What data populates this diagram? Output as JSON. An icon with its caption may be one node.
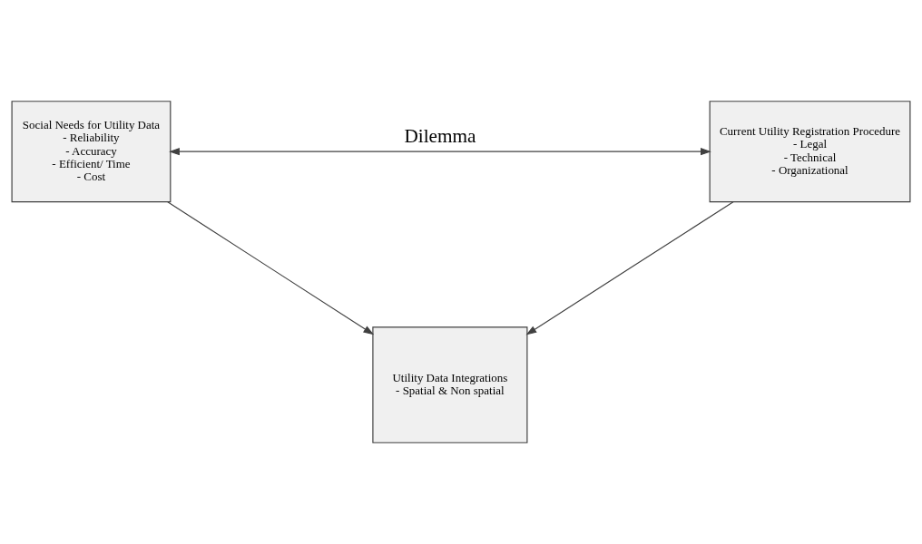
{
  "diagram": {
    "nodes": [
      {
        "text": [
          "Social Needs for Utility Data",
          "- Reliability",
          "- Accuracy",
          "- Efficient/ Time",
          "- Cost"
        ]
      },
      {
        "text": [
          "Current Utility Registration Procedure",
          "- Legal",
          "- Technical",
          "- Organizational"
        ]
      },
      {
        "text": [
          "Utility Data Integrations",
          "- Spatial & Non spatial"
        ]
      }
    ],
    "edges": [
      {
        "from": 0,
        "to": 1,
        "arrow": "both",
        "label": "Dilemma"
      },
      {
        "from": 0,
        "to": 2,
        "arrow": "to"
      },
      {
        "from": 1,
        "to": 2,
        "arrow": "to"
      }
    ]
  }
}
